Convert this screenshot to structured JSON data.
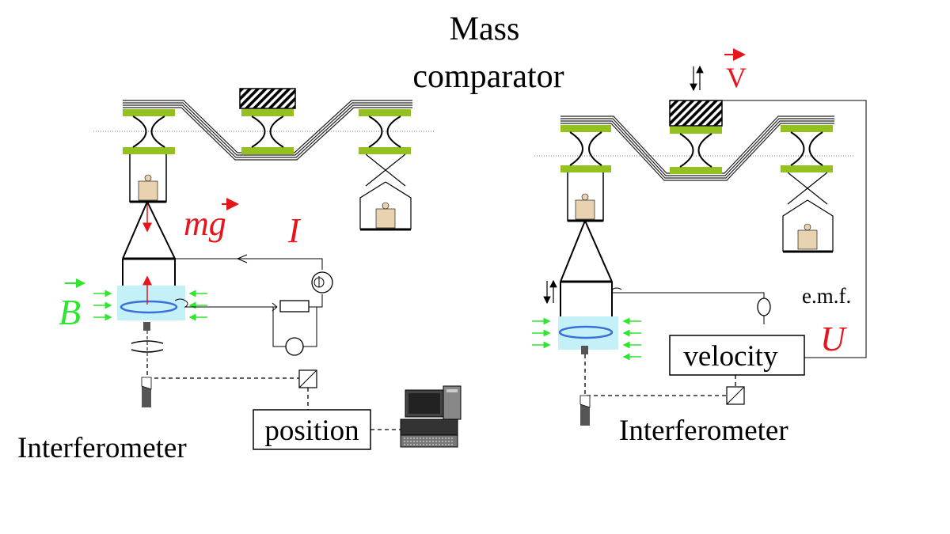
{
  "title": {
    "line1": "Mass",
    "line2": "comparator"
  },
  "left": {
    "force_symbol": "mg",
    "current_symbol": "I",
    "field_symbol": "B",
    "box_label": "position",
    "caption": "Interferometer"
  },
  "right": {
    "velocity_symbol": "V",
    "emf_label": "e.m.f.",
    "voltage_symbol": "U",
    "box_label": "velocity",
    "caption": "Interferometer"
  },
  "colors": {
    "red": "#e8141b",
    "green": "#2ee62e",
    "coil_blue": "#3a6ed8",
    "field_bg": "#c4f0f7",
    "pad_green": "#94c11f",
    "weight_fill": "#e8d2b0"
  }
}
